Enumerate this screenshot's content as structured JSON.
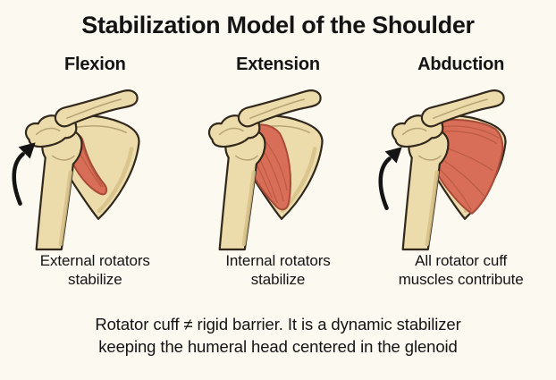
{
  "title": "Stabilization Model of the Shoulder",
  "panels": [
    {
      "label": "Flexion",
      "caption_line1": "External rotators",
      "caption_line2": "stabilize",
      "has_arrow": true
    },
    {
      "label": "Extension",
      "caption_line1": "Internal rotators",
      "caption_line2": "stabilize",
      "has_arrow": false
    },
    {
      "label": "Abduction",
      "caption_line1": "All rotator cuff",
      "caption_line2": "muscles contribute",
      "has_arrow": true
    }
  ],
  "footer": {
    "line1": "Rotator cuff ≠ rigid barrier. It is a dynamic stabilizer",
    "line2": "keeping the humeral head centered in the glenoid"
  },
  "icons": {
    "arrow": "curved-up-arrow"
  },
  "colors": {
    "background": "#fcf9f1",
    "text": "#141414",
    "bone_fill": "#ecdbab",
    "bone_shade": "#d8c188",
    "bone_outline": "#32291c",
    "muscle_fill": "#d96e58",
    "muscle_outline": "#a84b38",
    "muscle_fiber": "#b5573f",
    "arrow": "#141414"
  }
}
